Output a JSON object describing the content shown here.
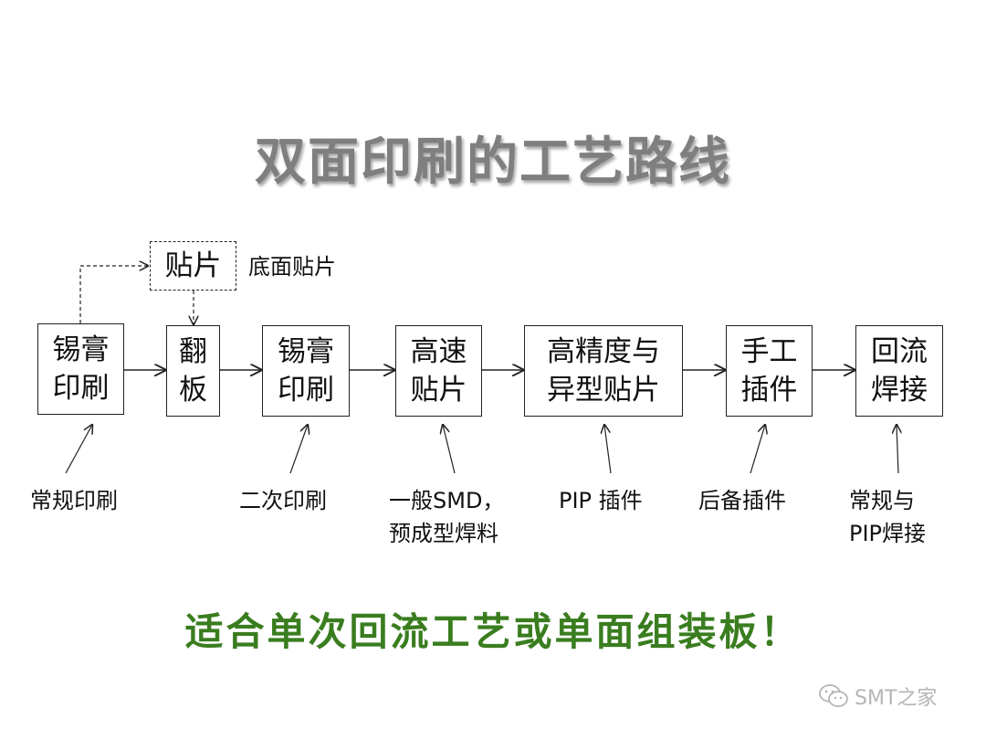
{
  "title": "双面印刷的工艺路线",
  "flow": {
    "top_box": "贴片",
    "top_note": "底面贴片",
    "steps": [
      "锡膏\n印刷",
      "翻\n板",
      "锡膏\n印刷",
      "高速\n贴片",
      "高精度与\n异型贴片",
      "手工\n插件",
      "回流\n焊接"
    ],
    "notes": [
      "常规印刷",
      "二次印刷",
      "一般SMD，\n预成型焊料",
      "PIP 插件",
      "后备插件",
      "常规与\nPIP焊接"
    ]
  },
  "bottom_message": "适合单次回流工艺或单面组装板！",
  "watermark": "SMT之家"
}
